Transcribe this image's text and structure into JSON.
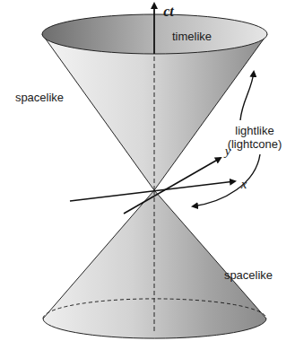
{
  "diagram": {
    "labels": [
      "ct",
      "timelike",
      "spacelike",
      "lightlike (lightcone)",
      "y",
      "x",
      "spacelike"
    ]
  }
}
